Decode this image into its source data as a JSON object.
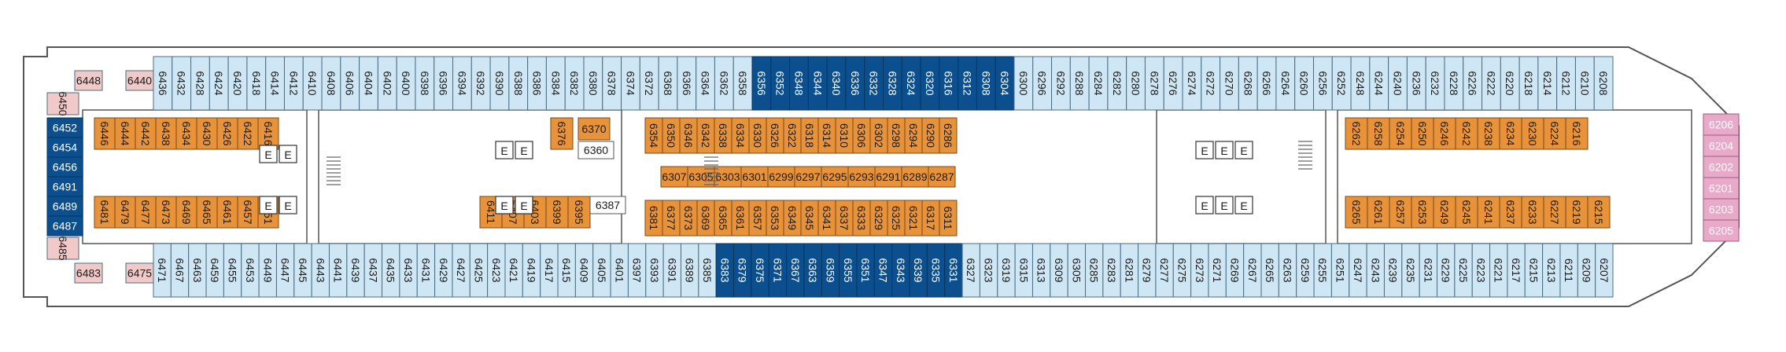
{
  "colors": {
    "outside": "#cfe6f4",
    "outside_stroke": "#4a6d84",
    "inside": "#e8933a",
    "suite": "#0b4f8f",
    "suite_stroke": "#07345e",
    "pink": "#f1c9c9",
    "lilac": "#e9a9c9",
    "hull": "#555555"
  },
  "top_row": [
    "6436",
    "6432",
    "6428",
    "6424",
    "6420",
    "6418",
    "6414",
    "6412",
    "6410",
    "6408",
    "6406",
    "6404",
    "6402",
    "6400",
    "6398",
    "6396",
    "6394",
    "6392",
    "6390",
    "6388",
    "6386",
    "6384",
    "6382",
    "6380",
    "6378",
    "6374",
    "6372",
    "6368",
    "6366",
    "6364",
    "6362",
    "6358",
    "6356",
    "6352",
    "6348",
    "6344",
    "6340",
    "6336",
    "6332",
    "6328",
    "6324",
    "6320",
    "6316",
    "6312",
    "6308",
    "6304",
    "6300",
    "6296",
    "6292",
    "6288",
    "6284",
    "6282",
    "6280",
    "6278",
    "6276",
    "6274",
    "6272",
    "6270",
    "6268",
    "6266",
    "6264",
    "6260",
    "6256",
    "6252",
    "6248",
    "6244",
    "6240",
    "6236",
    "6232",
    "6228",
    "6226",
    "6222",
    "6220",
    "6218",
    "6214",
    "6212",
    "6210",
    "6208"
  ],
  "bottom_row": [
    "6471",
    "6467",
    "6463",
    "6459",
    "6455",
    "6453",
    "6449",
    "6447",
    "6445",
    "6443",
    "6441",
    "6439",
    "6437",
    "6435",
    "6433",
    "6431",
    "6429",
    "6427",
    "6425",
    "6423",
    "6421",
    "6419",
    "6417",
    "6415",
    "6409",
    "6405",
    "6401",
    "6397",
    "6393",
    "6391",
    "6389",
    "6385",
    "6383",
    "6379",
    "6375",
    "6371",
    "6367",
    "6363",
    "6359",
    "6355",
    "6351",
    "6347",
    "6343",
    "6339",
    "6335",
    "6331",
    "6327",
    "6323",
    "6319",
    "6315",
    "6313",
    "6309",
    "6305",
    "6285",
    "6283",
    "6281",
    "6279",
    "6277",
    "6275",
    "6273",
    "6271",
    "6269",
    "6267",
    "6265",
    "6263",
    "6259",
    "6255",
    "6251",
    "6247",
    "6243",
    "6239",
    "6235",
    "6231",
    "6229",
    "6225",
    "6223",
    "6221",
    "6217",
    "6215",
    "6213",
    "6211",
    "6209",
    "6207"
  ],
  "suite_top": [
    "6356",
    "6352",
    "6348",
    "6344",
    "6340",
    "6336",
    "6332",
    "6328",
    "6324",
    "6320",
    "6316",
    "6312",
    "6308",
    "6304"
  ],
  "suite_bottom": [
    "6383",
    "6379",
    "6375",
    "6371",
    "6367",
    "6363",
    "6359",
    "6355",
    "6351",
    "6347",
    "6343",
    "6339",
    "6335",
    "6331"
  ],
  "aft_left": [
    "6452",
    "6454",
    "6456",
    "6491",
    "6489",
    "6487"
  ],
  "aft_corner": [
    "6448",
    "6440",
    "6450",
    "6485",
    "6483",
    "6475"
  ],
  "bow_right": [
    "6206",
    "6204",
    "6202",
    "6201",
    "6203",
    "6205"
  ],
  "inner_top_a": [
    "6446",
    "6444",
    "6442",
    "6438",
    "6434",
    "6430",
    "6426",
    "6422",
    "6416"
  ],
  "inner_bottom_a": [
    "6481",
    "6479",
    "6477",
    "6473",
    "6469",
    "6465",
    "6461",
    "6457",
    "6451"
  ],
  "inner_a_extra": [
    "6376",
    "6370",
    "6360"
  ],
  "inner_b_bottom": [
    "6411",
    "6407",
    "6403",
    "6399",
    "6395",
    "6387"
  ],
  "inner_top_c": [
    "6354",
    "6350",
    "6346",
    "6342",
    "6338",
    "6334",
    "6330",
    "6326",
    "6322",
    "6318",
    "6314",
    "6310",
    "6306",
    "6302",
    "6298",
    "6294",
    "6290",
    "6286"
  ],
  "inner_mid_c": [
    "6307",
    "6305",
    "6303",
    "6301",
    "6299",
    "6297",
    "6295",
    "6293",
    "6291",
    "6289",
    "6287"
  ],
  "inner_bottom_c": [
    "6381",
    "6377",
    "6373",
    "6369",
    "6365",
    "6361",
    "6357",
    "6353",
    "6349",
    "6345",
    "6341",
    "6337",
    "6333",
    "6329",
    "6325",
    "6321",
    "6317",
    "6311"
  ],
  "inner_top_d": [
    "6262",
    "6258",
    "6254",
    "6250",
    "6246",
    "6242",
    "6238",
    "6234",
    "6230",
    "6224",
    "6216"
  ],
  "inner_bottom_d": [
    "6265",
    "6261",
    "6257",
    "6253",
    "6249",
    "6245",
    "6241",
    "6237",
    "6233",
    "6227",
    "6219",
    "6215"
  ],
  "elevator_label": "E"
}
